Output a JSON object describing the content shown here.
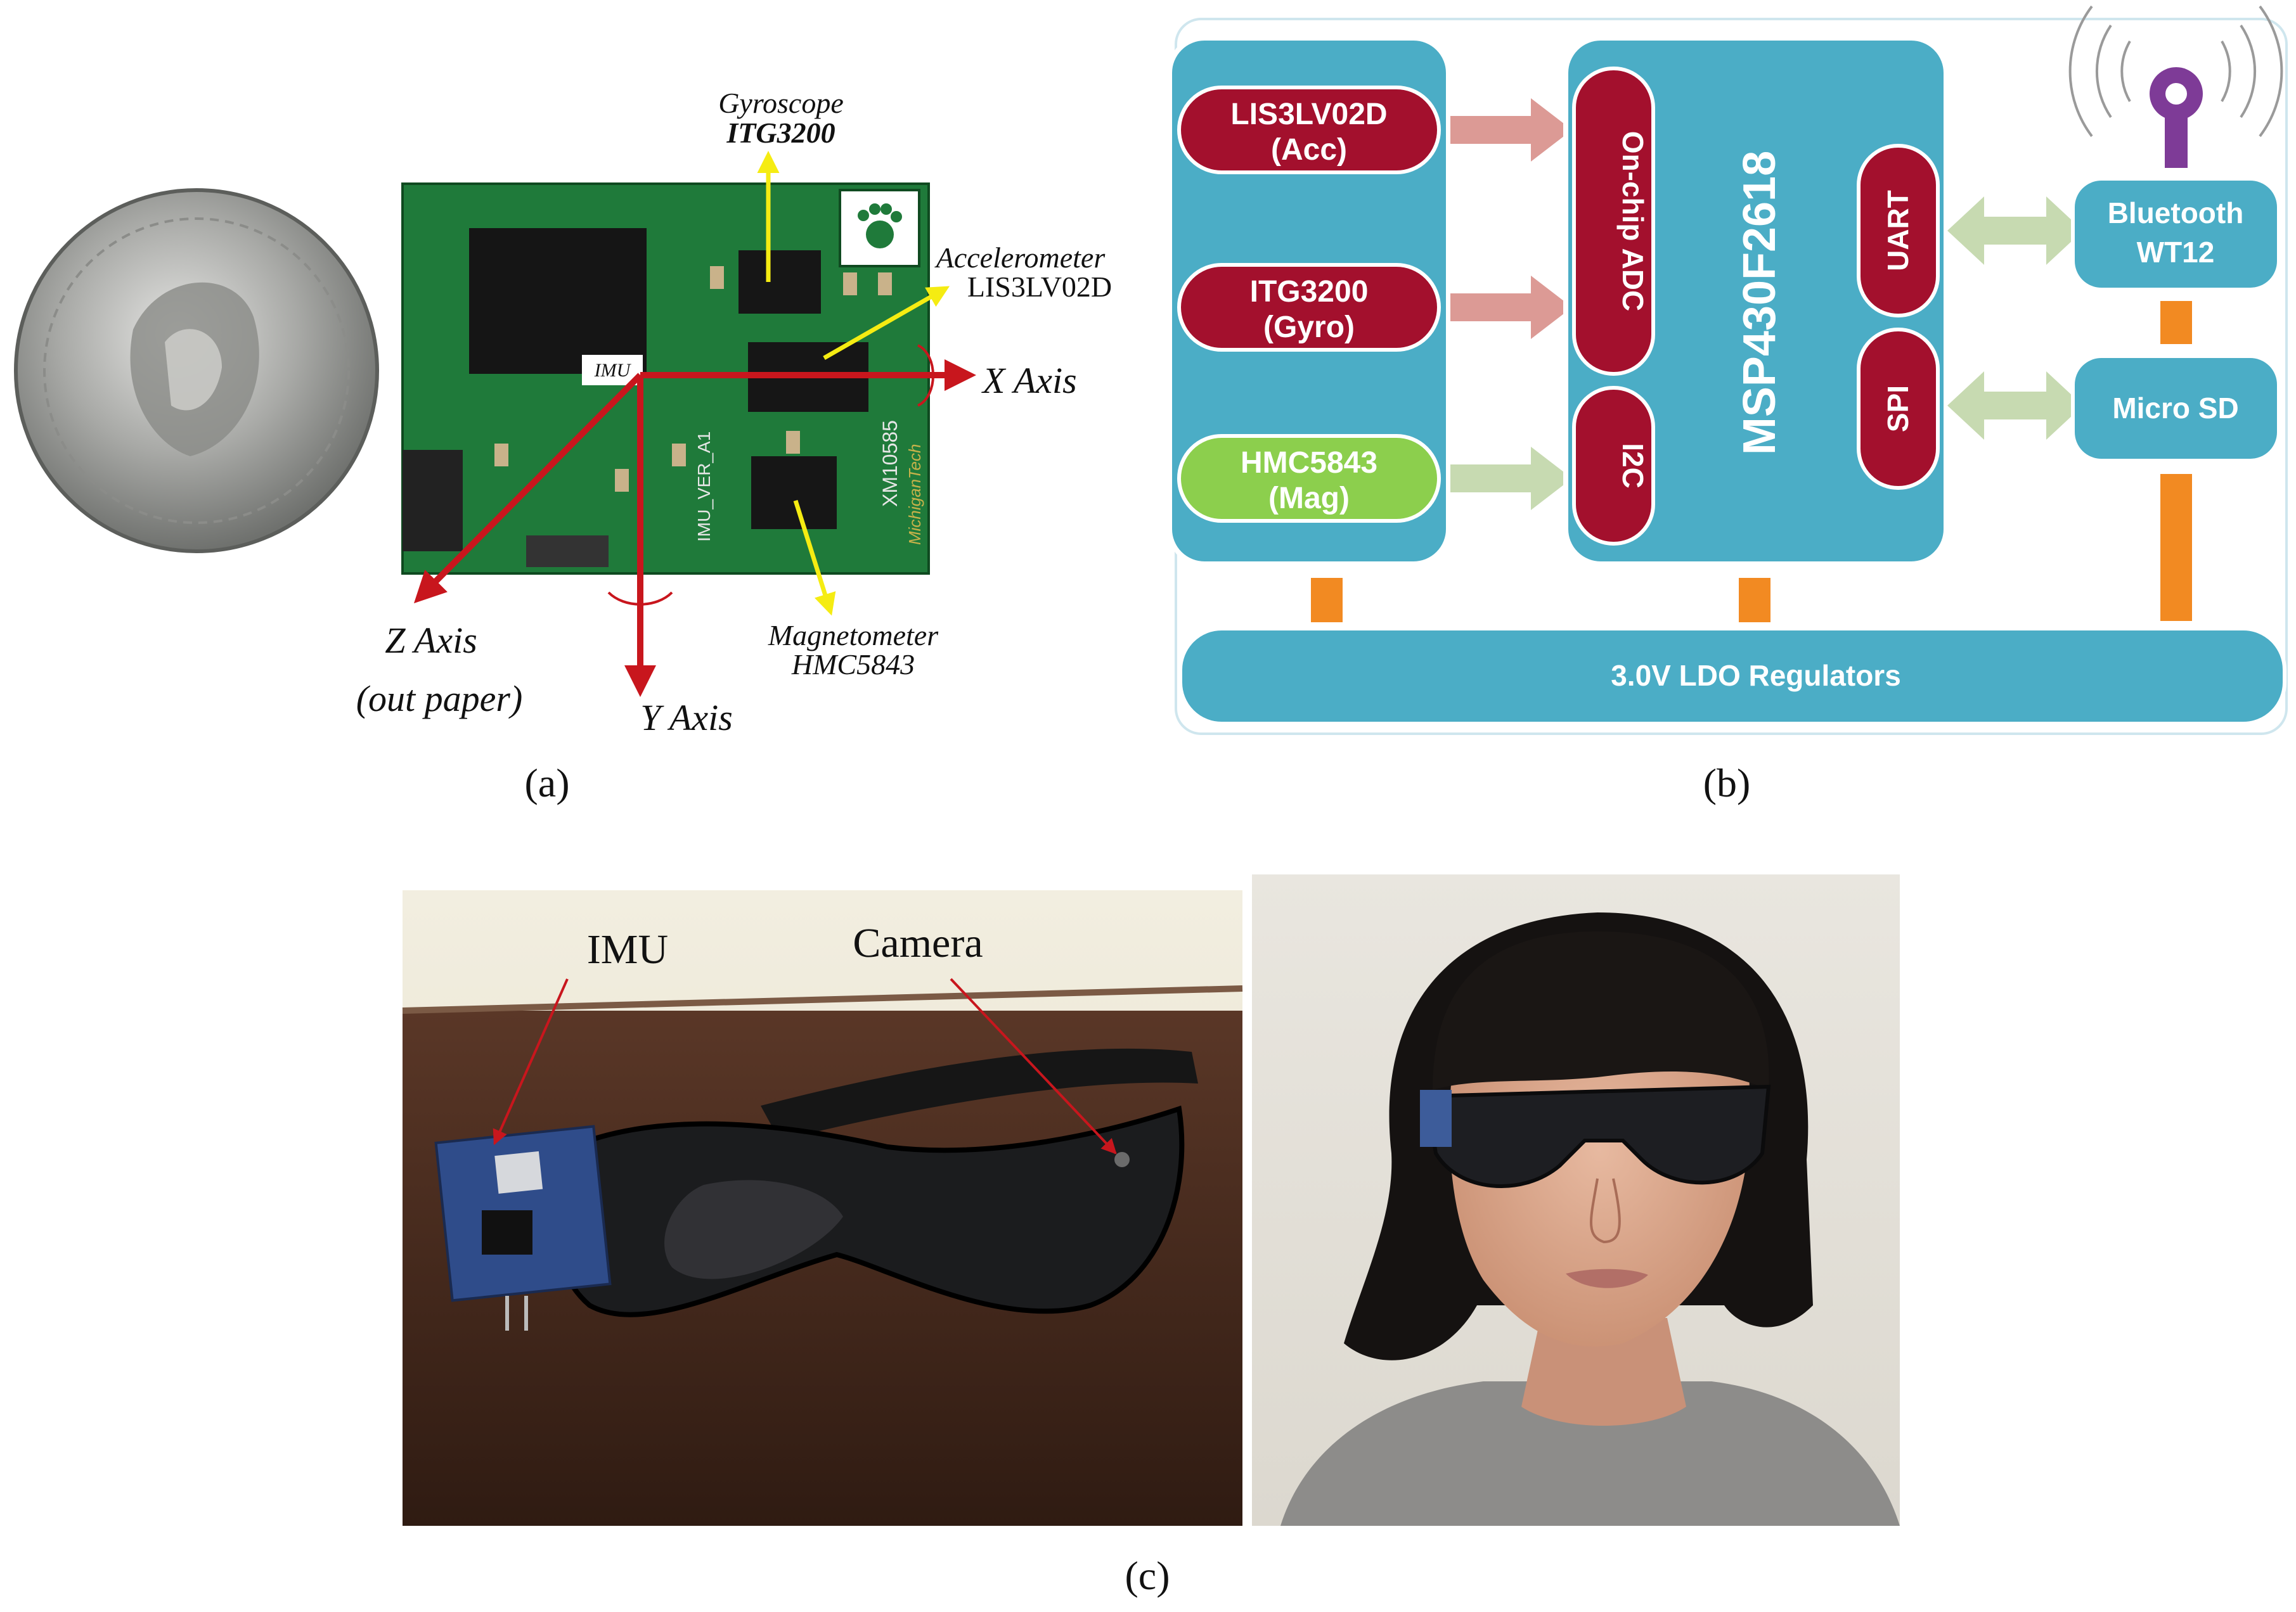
{
  "panel_a": {
    "caption": "(a)",
    "labels": {
      "gyroscope": "Gyroscope",
      "gyroscope_part": "ITG3200",
      "accelerometer": "Accelerometer",
      "accelerometer_part": "LIS3LV02D",
      "imu": "IMU",
      "x_axis": "X Axis",
      "y_axis": "Y Axis",
      "z_axis": "Z Axis",
      "z_axis_note": "(out  paper)",
      "magnetometer": "Magnetometer",
      "magnetometer_part": "HMC5843"
    },
    "board_text": {
      "part_no": "XM10585",
      "version": "IMU_VER_A1",
      "brand": "MichiganTech"
    }
  },
  "panel_b": {
    "caption": "(b)",
    "sensors": [
      "LIS3LV02D",
      "(Acc)",
      "ITG3200",
      "(Gyro)",
      "HMC5843",
      "(Mag)"
    ],
    "mcu": "MSP430F2618",
    "mcu_ports": {
      "adc": "On-chip ADC",
      "i2c": "I2C",
      "uart": "UART",
      "spi": "SPI"
    },
    "peripherals": {
      "bluetooth_line1": "Bluetooth",
      "bluetooth_line2": "WT12",
      "micro_sd": "Micro SD"
    },
    "regulator": "3.0V LDO Regulators",
    "colors": {
      "teal": "#4badc6",
      "dark_red": "#a3102d",
      "green": "#8ccf4d",
      "orange": "#f28a22",
      "pink_arrow": "#dc9a95",
      "green_arrow": "#c7dab1",
      "purple": "#7e3b97"
    }
  },
  "panel_c": {
    "caption": "(c)",
    "labels": {
      "imu": "IMU",
      "camera": "Camera"
    }
  }
}
